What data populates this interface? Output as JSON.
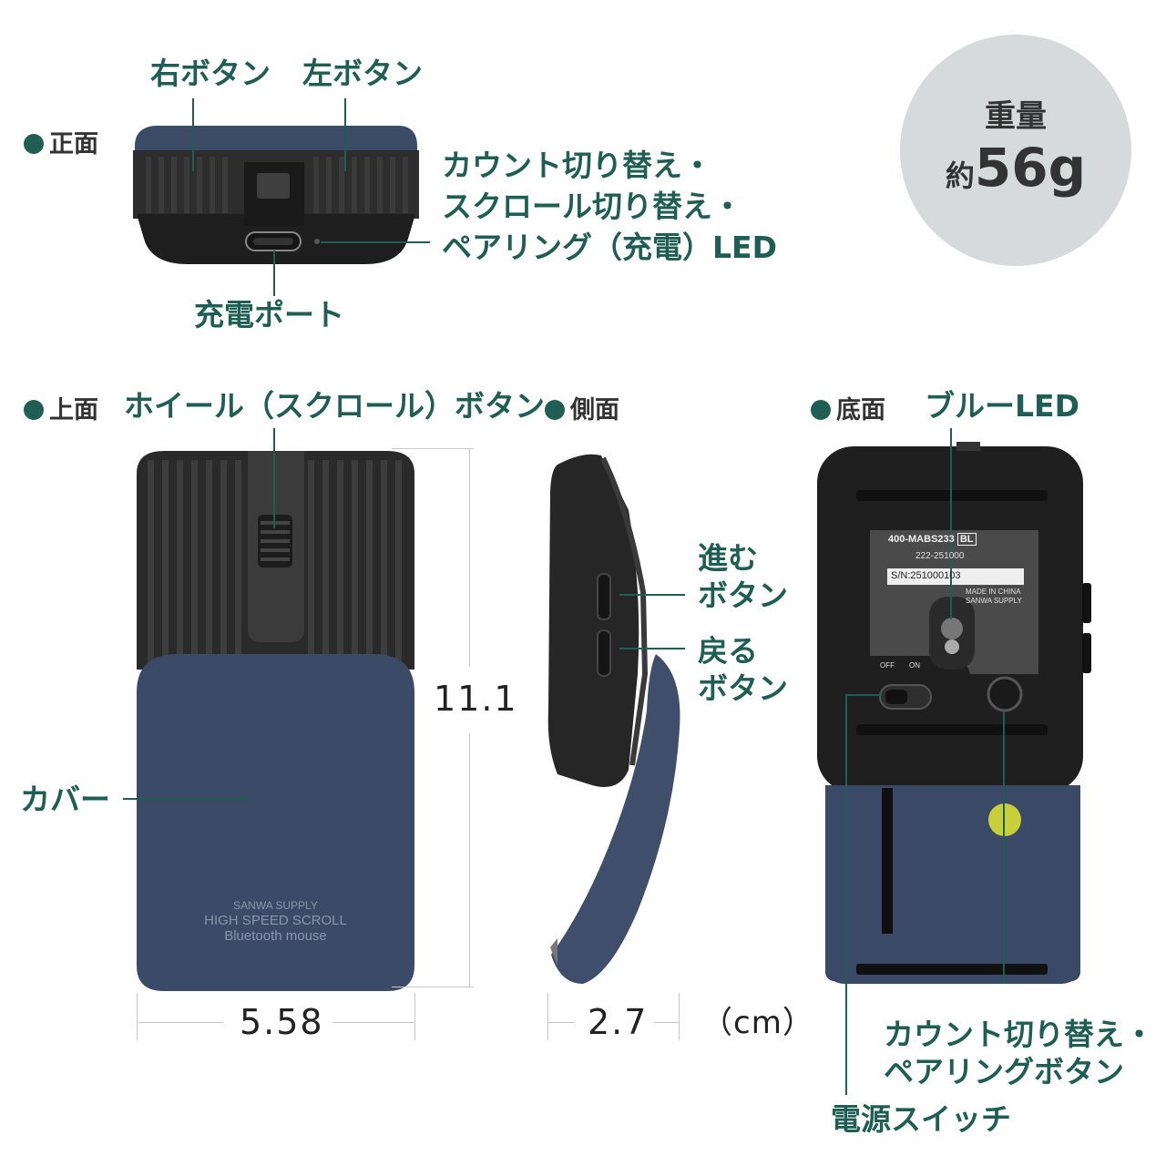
{
  "front": {
    "section": "正面",
    "right_button": "右ボタン",
    "left_button": "左ボタン",
    "led": [
      "カウント切り替え・",
      "スクロール切り替え・",
      "ペアリング（充電）LED"
    ],
    "charge_port": "充電ポート"
  },
  "weight": {
    "title": "重量",
    "prefix": "約",
    "value": "56g"
  },
  "top": {
    "section": "上面",
    "wheel": "ホイール（スクロール）ボタン",
    "cover": "カバー",
    "cover_print": [
      "SANWA SUPPLY",
      "HIGH SPEED SCROLL",
      "Bluetooth mouse"
    ],
    "width": "5.58",
    "height": "11.1"
  },
  "side": {
    "section": "側面",
    "forward": [
      "進む",
      "ボタン"
    ],
    "back": [
      "戻る",
      "ボタン"
    ],
    "depth": "2.7",
    "unit": "（cm）"
  },
  "bottom": {
    "section": "底面",
    "blue_led": "ブルーLED",
    "model": "400-MABS233",
    "model_suffix": "BL",
    "cert": "222-251000",
    "serial": "S/N:251000103",
    "origin": [
      "MADE IN CHINA",
      "SANWA SUPPLY"
    ],
    "off": "OFF",
    "on": "ON",
    "pair_button": [
      "カウント切り替え・",
      "ペアリングボタン"
    ],
    "power_switch": "電源スイッチ"
  },
  "colors": {
    "accent": "#1f5e52",
    "navy": "#3a4a63",
    "body": "#2b2b2b"
  }
}
